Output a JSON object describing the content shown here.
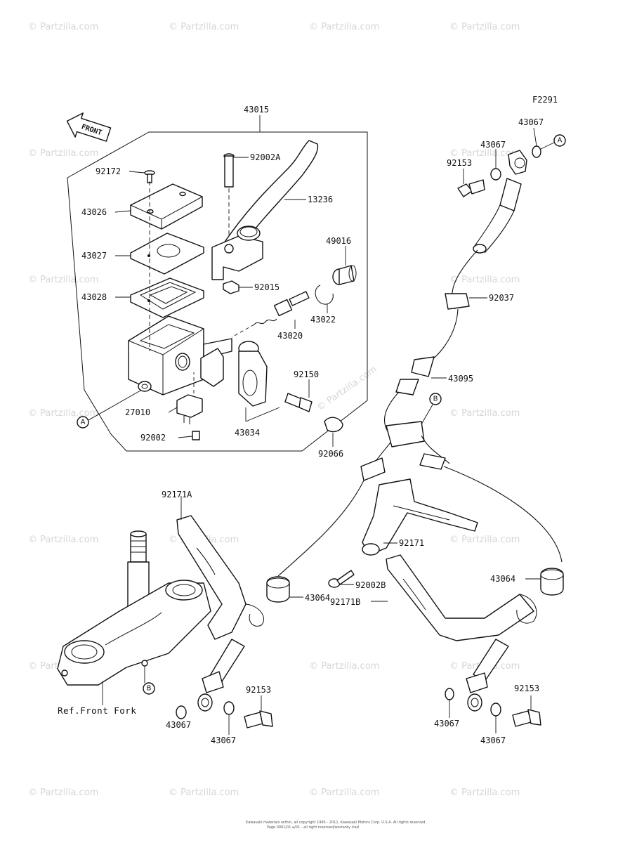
{
  "figure": {
    "code": "F2291",
    "front_label": "FRONT",
    "reference_text": "Ref.Front Fork",
    "copyright_line1": "Kawasaki materials within, all copyright 1995 - 2011, Kawasaki Motors Corp. U.S.A.  All rights reserved.",
    "copyright_line2": "Page 0001/01 a/01 - all right reserved/warranty clad",
    "watermark": "© Partzilla.com"
  },
  "part_labels": {
    "p43015": "43015",
    "p92172": "92172",
    "p43026": "43026",
    "p43027": "43027",
    "p43028": "43028",
    "p92002A": "92002A",
    "p13236": "13236",
    "p49016": "49016",
    "p92015": "92015",
    "p43022": "43022",
    "p43020": "43020",
    "p92150": "92150",
    "p27010": "27010",
    "p92002": "92002",
    "p43034": "43034",
    "p92066": "92066",
    "p43067_top1": "43067",
    "p43067_top2": "43067",
    "p92153_top": "92153",
    "p92037": "92037",
    "p43095": "43095",
    "p92171A": "92171A",
    "p92171": "92171",
    "p43064_left": "43064",
    "p92002B": "92002B",
    "p92171B": "92171B",
    "p43064_right": "43064",
    "p92153_left": "92153",
    "p43067_left1": "43067",
    "p43067_left2": "43067",
    "p92153_right": "92153",
    "p43067_right1": "43067",
    "p43067_right2": "43067"
  },
  "callouts": {
    "a_top": "A",
    "a_left": "A",
    "b_top": "B",
    "b_bottom": "B"
  }
}
